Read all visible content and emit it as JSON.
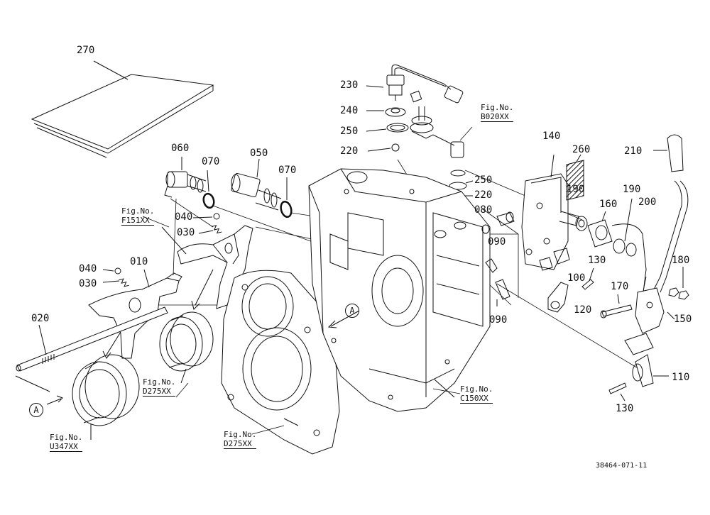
{
  "parts": [
    {
      "id": "p270",
      "label": "270"
    },
    {
      "id": "p230",
      "label": "230"
    },
    {
      "id": "p240",
      "label": "240"
    },
    {
      "id": "p250a",
      "label": "250"
    },
    {
      "id": "p220a",
      "label": "220"
    },
    {
      "id": "p060",
      "label": "060"
    },
    {
      "id": "p070a",
      "label": "070"
    },
    {
      "id": "p050",
      "label": "050"
    },
    {
      "id": "p070b",
      "label": "070"
    },
    {
      "id": "p040a",
      "label": "040"
    },
    {
      "id": "p030a",
      "label": "030"
    },
    {
      "id": "p040b",
      "label": "040"
    },
    {
      "id": "p030b",
      "label": "030"
    },
    {
      "id": "p010",
      "label": "010"
    },
    {
      "id": "p020",
      "label": "020"
    },
    {
      "id": "p140",
      "label": "140"
    },
    {
      "id": "p260",
      "label": "260"
    },
    {
      "id": "p210",
      "label": "210"
    },
    {
      "id": "p250b",
      "label": "250"
    },
    {
      "id": "p220b",
      "label": "220"
    },
    {
      "id": "p080",
      "label": "080"
    },
    {
      "id": "p190a",
      "label": "190"
    },
    {
      "id": "p160",
      "label": "160"
    },
    {
      "id": "p190b",
      "label": "190"
    },
    {
      "id": "p200",
      "label": "200"
    },
    {
      "id": "p090a",
      "label": "090"
    },
    {
      "id": "p100",
      "label": "100"
    },
    {
      "id": "p130a",
      "label": "130"
    },
    {
      "id": "p180",
      "label": "180"
    },
    {
      "id": "p090b",
      "label": "090"
    },
    {
      "id": "p120",
      "label": "120"
    },
    {
      "id": "p170",
      "label": "170"
    },
    {
      "id": "p150",
      "label": "150"
    },
    {
      "id": "p110",
      "label": "110"
    },
    {
      "id": "p130b",
      "label": "130"
    }
  ],
  "fig_refs": [
    {
      "id": "b020",
      "prefix": "Fig.No.",
      "code": "B020XX"
    },
    {
      "id": "f151",
      "prefix": "Fig.No.",
      "code": "F151XX"
    },
    {
      "id": "d275a",
      "prefix": "Fig.No.",
      "code": "D275XX"
    },
    {
      "id": "c150",
      "prefix": "Fig.No.",
      "code": "C150XX"
    },
    {
      "id": "u347",
      "prefix": "Fig.No.",
      "code": "U347XX"
    },
    {
      "id": "d275b",
      "prefix": "Fig.No.",
      "code": "D275XX"
    }
  ],
  "view_markers": [
    "A",
    "A"
  ],
  "drawing_ref": "38464-071-11",
  "colors": {
    "ink": "#111111",
    "background": "#ffffff",
    "hatch": "#111111"
  }
}
